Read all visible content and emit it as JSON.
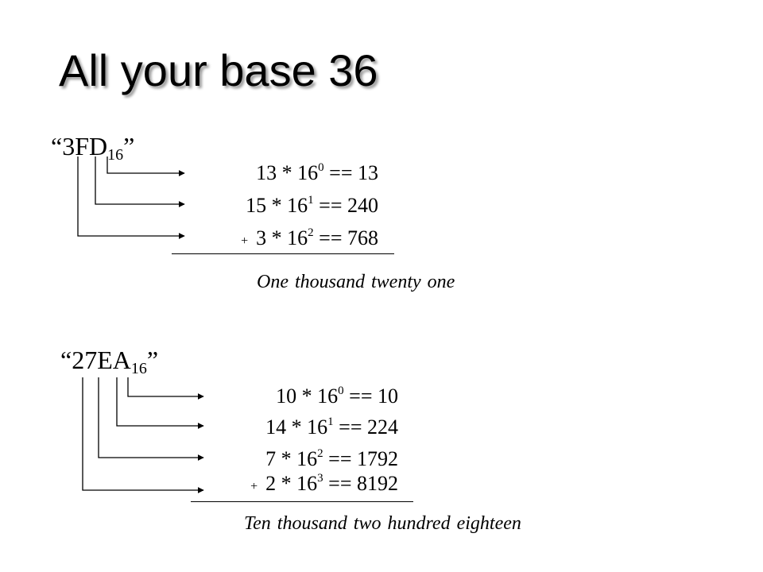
{
  "title": "All your base 36",
  "examples": [
    {
      "open_quote": "“",
      "digits": "3FD",
      "base": "16",
      "close_quote": "”",
      "terms": [
        {
          "plus": "",
          "digit": "13",
          "mid": " * 16",
          "exp": "0",
          "result": " == 13"
        },
        {
          "plus": "",
          "digit": "15",
          "mid": " * 16",
          "exp": "1",
          "result": " == 240"
        },
        {
          "plus": "+",
          "digit": "3",
          "mid": " * 16",
          "exp": "2",
          "result": " == 768"
        }
      ],
      "total": "One thousand twenty one"
    },
    {
      "open_quote": "“",
      "digits": "27EA",
      "base": "16",
      "close_quote": "”",
      "terms": [
        {
          "plus": "",
          "digit": "10",
          "mid": " * 16",
          "exp": "0",
          "result": " == 10"
        },
        {
          "plus": "",
          "digit": "14",
          "mid": " * 16",
          "exp": "1",
          "result": " == 224"
        },
        {
          "plus": "",
          "digit": "7",
          "mid": " * 16",
          "exp": "2",
          "result": " == 1792"
        },
        {
          "plus": "+",
          "digit": "2",
          "mid": " * 16",
          "exp": "3",
          "result": " == 8192"
        }
      ],
      "total": "Ten thousand two hundred eighteen"
    }
  ]
}
